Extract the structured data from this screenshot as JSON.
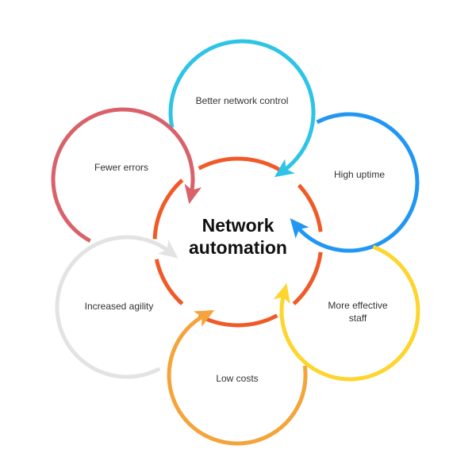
{
  "diagram": {
    "type": "cycle",
    "center": {
      "title": "Network automation",
      "color": "#f05a28"
    },
    "nodes": [
      {
        "label": "Better network control",
        "color": "#2ec4e6"
      },
      {
        "label": "High uptime",
        "color": "#2196f3"
      },
      {
        "label": "More effective staff",
        "color": "#fdd52c"
      },
      {
        "label": "Low costs",
        "color": "#f4a43a"
      },
      {
        "label": "Increased agility",
        "color": "#e3e3e3"
      },
      {
        "label": "Fewer errors",
        "color": "#d9626a"
      }
    ]
  }
}
